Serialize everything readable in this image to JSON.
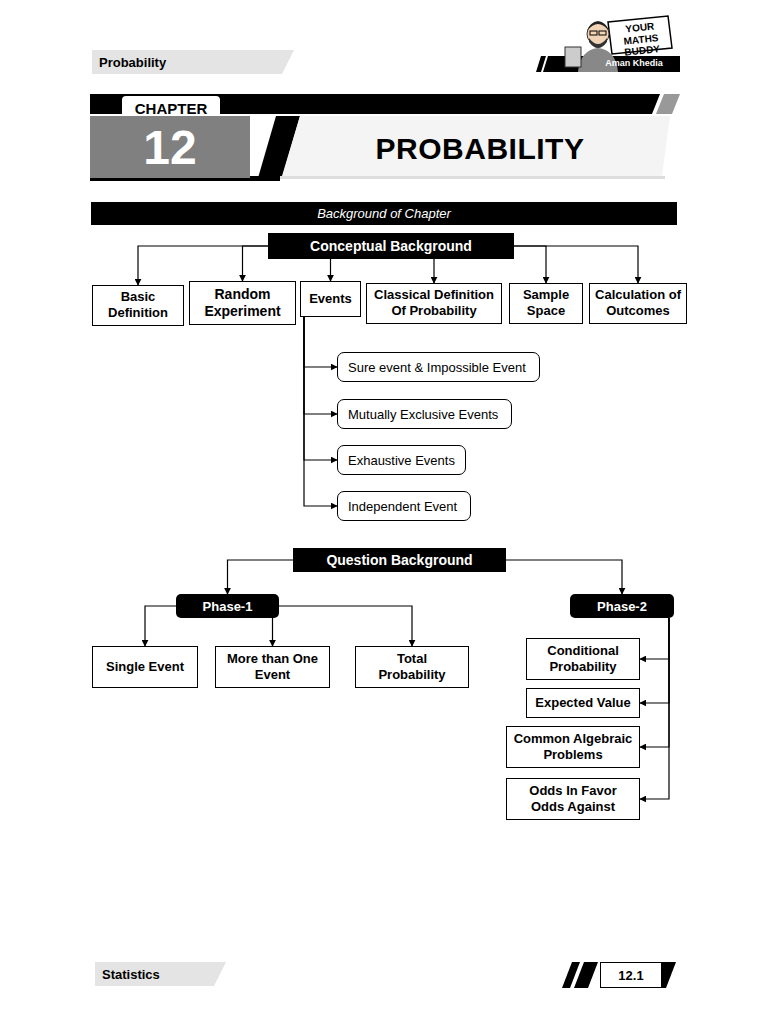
{
  "diagram": {
    "title": "PROBABILITY",
    "nodes": [
      {
        "text": [
          "Probability"
        ]
      },
      {
        "text": [
          "CHAPTER"
        ]
      },
      {
        "text": [
          "12"
        ]
      },
      {
        "text": [
          "Background of Chapter"
        ]
      },
      {
        "text": [
          "Conceptual Background"
        ]
      },
      {
        "text": [
          "Basic Definition"
        ]
      },
      {
        "text": [
          "Random Experiment"
        ]
      },
      {
        "text": [
          "Events"
        ]
      },
      {
        "text": [
          "Classical Definition Of Probability"
        ]
      },
      {
        "text": [
          "Sample Space"
        ]
      },
      {
        "text": [
          "Calculation of Outcomes"
        ]
      },
      {
        "text": [
          "Sure event & Impossible Event"
        ]
      },
      {
        "text": [
          "Mutually Exclusive Events"
        ]
      },
      {
        "text": [
          "Exhaustive Events"
        ]
      },
      {
        "text": [
          "Independent Event"
        ]
      },
      {
        "text": [
          "Question Background"
        ]
      },
      {
        "text": [
          "Phase-1"
        ]
      },
      {
        "text": [
          "Phase-2"
        ]
      },
      {
        "text": [
          "Single Event"
        ]
      },
      {
        "text": [
          "More than One Event"
        ]
      },
      {
        "text": [
          "Total Probability"
        ]
      },
      {
        "text": [
          "Conditional Probability"
        ]
      },
      {
        "text": [
          "Expected Value"
        ]
      },
      {
        "text": [
          "Common Algebraic Problems"
        ]
      },
      {
        "text": [
          "Odds In Favor Odds Against"
        ]
      },
      {
        "text": [
          "Statistics"
        ]
      },
      {
        "text": [
          "12.1"
        ]
      }
    ],
    "edges": [
      {
        "from": 4,
        "to": 5,
        "arrow": "to"
      },
      {
        "from": 4,
        "to": 6,
        "arrow": "to"
      },
      {
        "from": 4,
        "to": 7,
        "arrow": "to"
      },
      {
        "from": 4,
        "to": 8,
        "arrow": "to"
      },
      {
        "from": 4,
        "to": 9,
        "arrow": "to"
      },
      {
        "from": 4,
        "to": 10,
        "arrow": "to"
      },
      {
        "from": 7,
        "to": 11,
        "arrow": "to"
      },
      {
        "from": 7,
        "to": 12,
        "arrow": "to"
      },
      {
        "from": 7,
        "to": 13,
        "arrow": "to"
      },
      {
        "from": 7,
        "to": 14,
        "arrow": "to"
      },
      {
        "from": 15,
        "to": 16,
        "arrow": "to"
      },
      {
        "from": 15,
        "to": 17,
        "arrow": "to"
      },
      {
        "from": 16,
        "to": 18,
        "arrow": "to"
      },
      {
        "from": 16,
        "to": 19,
        "arrow": "to"
      },
      {
        "from": 16,
        "to": 20,
        "arrow": "to"
      },
      {
        "from": 17,
        "to": 21,
        "arrow": "to"
      },
      {
        "from": 17,
        "to": 22,
        "arrow": "to"
      },
      {
        "from": 17,
        "to": 23,
        "arrow": "to"
      },
      {
        "from": 17,
        "to": 24,
        "arrow": "to"
      }
    ],
    "labels": [
      "YOUR MATHS BUDDY",
      "Aman Khedia"
    ]
  }
}
